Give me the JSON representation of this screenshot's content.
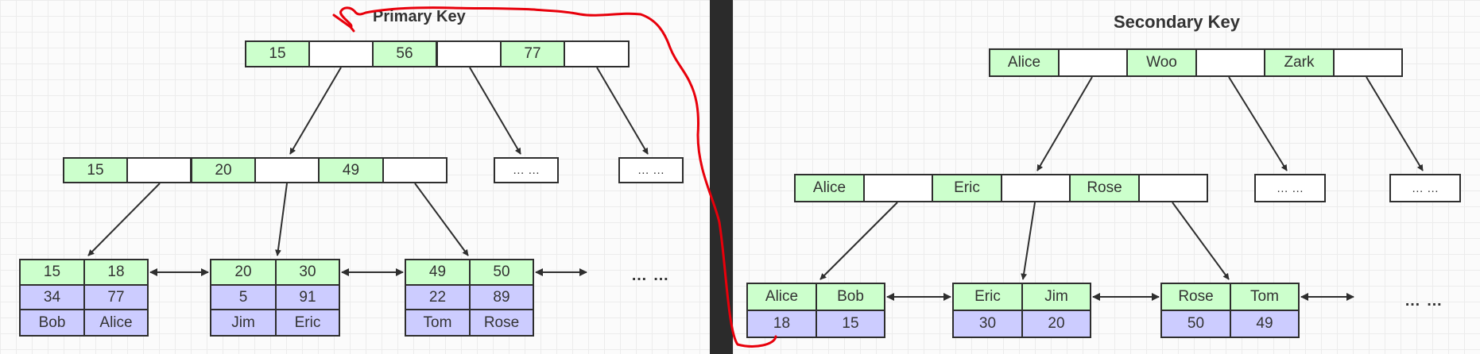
{
  "primary": {
    "title": "Primary Key",
    "root": [
      "15",
      "56",
      "77"
    ],
    "internal": [
      "15",
      "20",
      "49"
    ],
    "placeholder": "… …",
    "leaves": [
      {
        "keys": [
          "15",
          "18"
        ],
        "values": [
          "34",
          "77"
        ],
        "names": [
          "Bob",
          "Alice"
        ]
      },
      {
        "keys": [
          "20",
          "30"
        ],
        "values": [
          "5",
          "91"
        ],
        "names": [
          "Jim",
          "Eric"
        ]
      },
      {
        "keys": [
          "49",
          "50"
        ],
        "values": [
          "22",
          "89"
        ],
        "names": [
          "Tom",
          "Rose"
        ]
      }
    ],
    "ellipsis": "… …"
  },
  "secondary": {
    "title": "Secondary Key",
    "root": [
      "Alice",
      "Woo",
      "Zark"
    ],
    "internal": [
      "Alice",
      "Eric",
      "Rose"
    ],
    "placeholder": "… …",
    "leaves": [
      {
        "keys": [
          "Alice",
          "Bob"
        ],
        "values": [
          "18",
          "15"
        ]
      },
      {
        "keys": [
          "Eric",
          "Jim"
        ],
        "values": [
          "30",
          "20"
        ]
      },
      {
        "keys": [
          "Rose",
          "Tom"
        ],
        "values": [
          "50",
          "49"
        ]
      }
    ],
    "ellipsis": "… …"
  },
  "colors": {
    "key_fill": "#ccffcc",
    "value_fill": "#ccccff",
    "pointer_fill": "#ffffff",
    "border": "#2e2e2e",
    "annotation": "#e8000b"
  }
}
